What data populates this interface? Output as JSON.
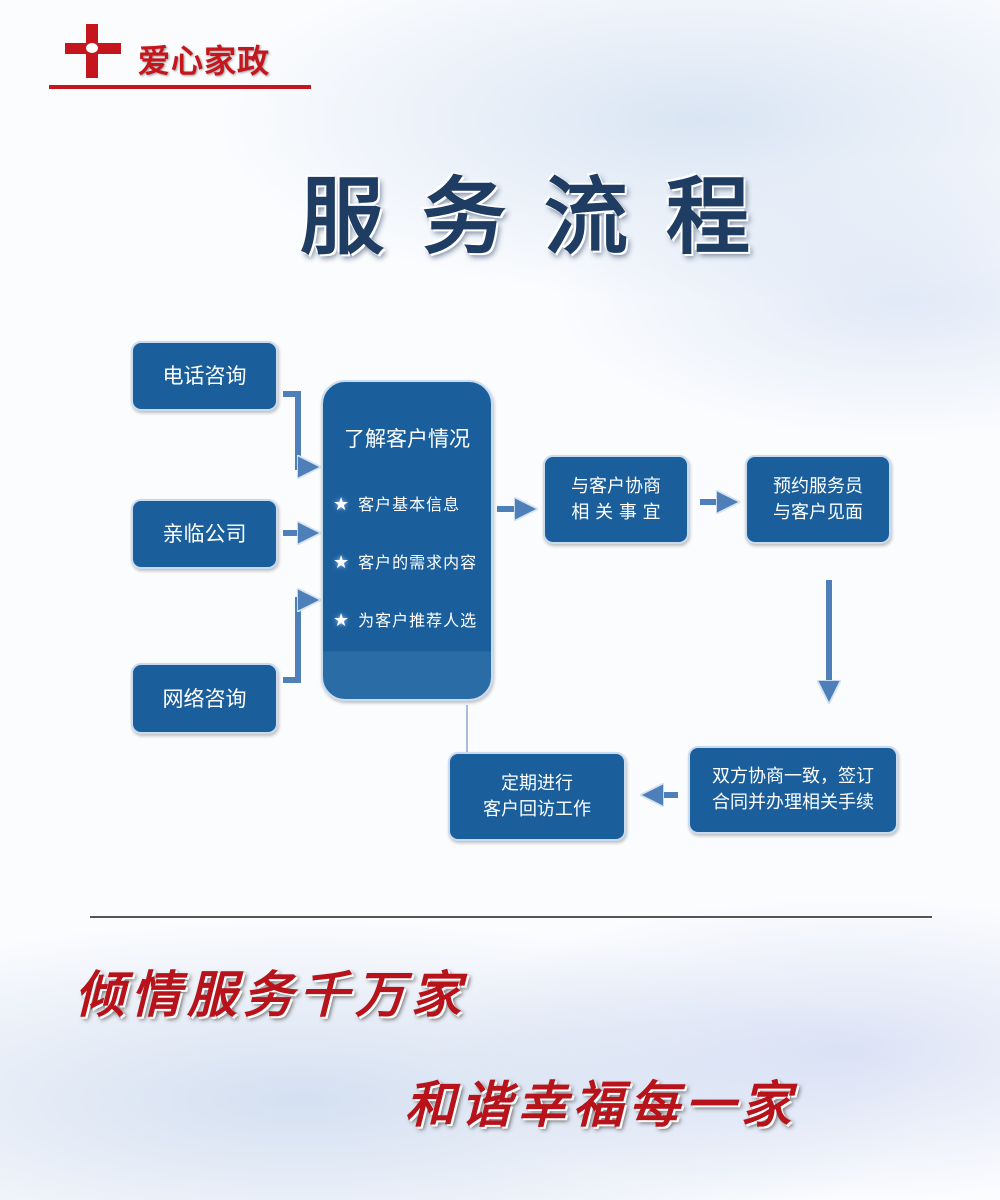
{
  "logo": {
    "text": "爱心家政"
  },
  "title": "服务流程",
  "sources": [
    "电话咨询",
    "亲临公司",
    "网络咨询"
  ],
  "understand": {
    "title": "了解客户情况",
    "items": [
      "客户基本信息",
      "客户的需求内容",
      "为客户推荐人选"
    ]
  },
  "steps": {
    "negotiate": [
      "与客户协商",
      "相 关 事 宜"
    ],
    "appointment": [
      "预约服务员",
      "与客户见面"
    ],
    "contract": [
      "双方协商一致，签订",
      "合同并办理相关手续"
    ],
    "followup": [
      "定期进行",
      "客户回访工作"
    ]
  },
  "slogans": [
    "倾情服务千万家",
    "和谐幸福每一家"
  ],
  "colors": {
    "box": "#1a5f9c",
    "arrow": "#4f7fb8",
    "red": "#c4161c",
    "title": "#1f3c62"
  }
}
